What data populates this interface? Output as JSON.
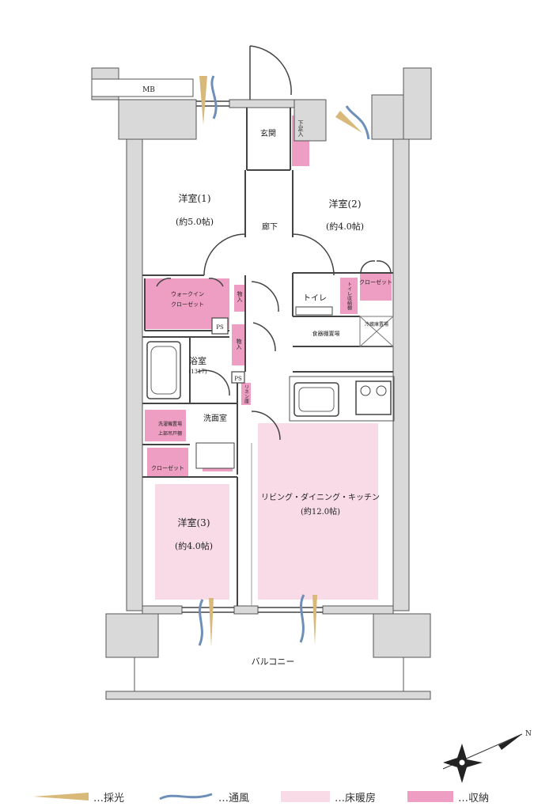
{
  "colors": {
    "wall": "#d9d9d9",
    "wall_line": "#555555",
    "floor_heating": "#f9dbe8",
    "storage": "#ee9ec2",
    "sunlight": "#d8b97a",
    "ventilation": "#6d8fb8"
  },
  "labels": {
    "mb": "MB",
    "genkan": "玄関",
    "shitabako": "下足入",
    "room1_name": "洋室(1)",
    "room1_size": "(約5.0帖)",
    "room2_name": "洋室(2)",
    "room2_size": "(約4.0帖)",
    "hallway": "廊下",
    "wic_line1": "ウォークイン",
    "wic_line2": "クローゼット",
    "monoire_a": "物入",
    "monoire_b": "物入",
    "ps_a": "PS",
    "ps_b": "PS",
    "toilet": "トイレ",
    "toilet_storage": "トイレ収納棚",
    "closet_r2": "クローゼット",
    "pantry": "食器棚置場",
    "fridge": "冷蔵庫置場",
    "bath_name": "浴室",
    "bath_size": "(1317)",
    "linen": "リネン庫",
    "washroom": "洗面室",
    "washer_line1": "洗濯機置場",
    "washer_line2": "上部吊戸棚",
    "closet_r3": "クローゼット",
    "room3_name": "洋室(3)",
    "room3_size": "(約4.0帖)",
    "ldk_name": "リビング・ダイニング・キッチン",
    "ldk_size": "(約12.0帖)",
    "balcony": "バルコニー",
    "north": "N"
  },
  "legend": [
    {
      "name": "sunlight",
      "label": "…採光"
    },
    {
      "name": "ventilation",
      "label": "…通風"
    },
    {
      "name": "floor-heating",
      "label": "…床暖房"
    },
    {
      "name": "storage",
      "label": "…収納"
    }
  ]
}
